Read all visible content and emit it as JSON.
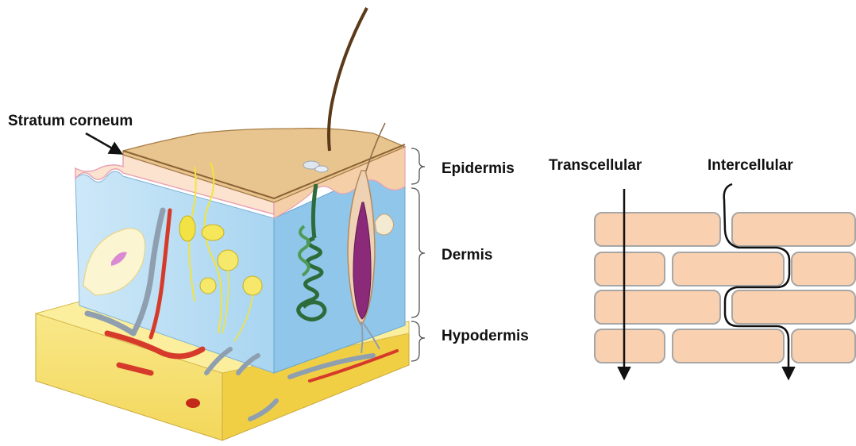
{
  "labels": {
    "stratum_corneum": "Stratum corneum",
    "epidermis": "Epidermis",
    "dermis": "Dermis",
    "hypodermis": "Hypodermis",
    "transcellular": "Transcellular",
    "intercellular": "Intercellular"
  },
  "colors": {
    "skin_surface": "#e8c48f",
    "epidermis_band": "#f6dcc0",
    "dermis": "#bfe0f5",
    "dermis_side": "#8fc6ea",
    "hypodermis": "#f7e27a",
    "hypodermis_side": "#f0d04a",
    "hair": "#5b3a1a",
    "artery": "#d63a2a",
    "vein": "#8f9fb0",
    "nerve": "#f2e53a",
    "sweat_gland": "#2e6b3a",
    "follicle": "#8a2a78",
    "brick_fill": "#f9d1b0",
    "brick_stroke": "#a6a6a6",
    "pathway": "#111111"
  },
  "icons": [
    "skin-cross-section-illustration",
    "brick-wall-diagram",
    "down-arrow-icon",
    "bracket-icon"
  ]
}
